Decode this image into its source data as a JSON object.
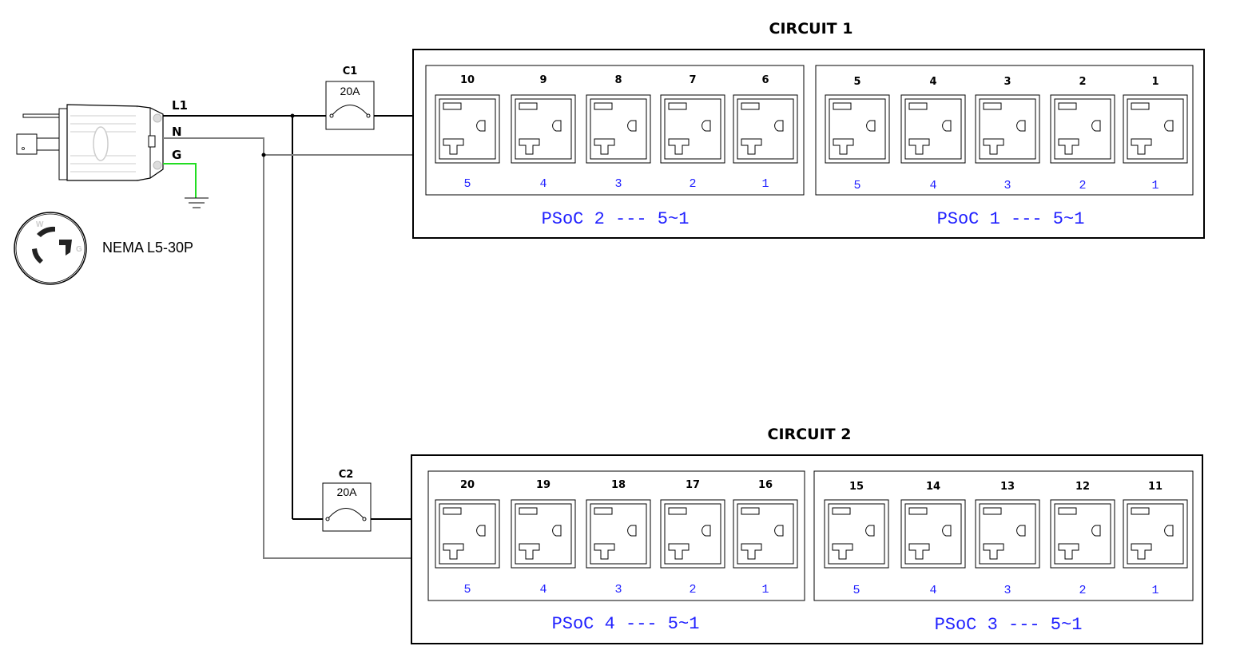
{
  "plug": {
    "terminals": {
      "l1": "L1",
      "n": "N",
      "g": "G"
    },
    "model_label": "NEMA L5-30P",
    "face_letters": {
      "w": "W",
      "g": "G"
    }
  },
  "wire_colors": {
    "line": "#000000",
    "neutral": "#808080",
    "ground": "#22dd22"
  },
  "breakers": [
    {
      "name": "C1",
      "rating": "20A"
    },
    {
      "name": "C2",
      "rating": "20A"
    }
  ],
  "circuits": [
    {
      "title": "CIRCUIT 1",
      "groups": [
        {
          "label": "PSoC 2 --- 5~1",
          "outlet_numbers": [
            "10",
            "9",
            "8",
            "7",
            "6"
          ],
          "positions": [
            "5",
            "4",
            "3",
            "2",
            "1"
          ]
        },
        {
          "label": "PSoC 1 --- 5~1",
          "outlet_numbers": [
            "5",
            "4",
            "3",
            "2",
            "1"
          ],
          "positions": [
            "5",
            "4",
            "3",
            "2",
            "1"
          ]
        }
      ]
    },
    {
      "title": "CIRCUIT 2",
      "groups": [
        {
          "label": "PSoC 4 --- 5~1",
          "outlet_numbers": [
            "20",
            "19",
            "18",
            "17",
            "16"
          ],
          "positions": [
            "5",
            "4",
            "3",
            "2",
            "1"
          ]
        },
        {
          "label": "PSoC 3 --- 5~1",
          "outlet_numbers": [
            "15",
            "14",
            "13",
            "12",
            "11"
          ],
          "positions": [
            "5",
            "4",
            "3",
            "2",
            "1"
          ]
        }
      ]
    }
  ]
}
